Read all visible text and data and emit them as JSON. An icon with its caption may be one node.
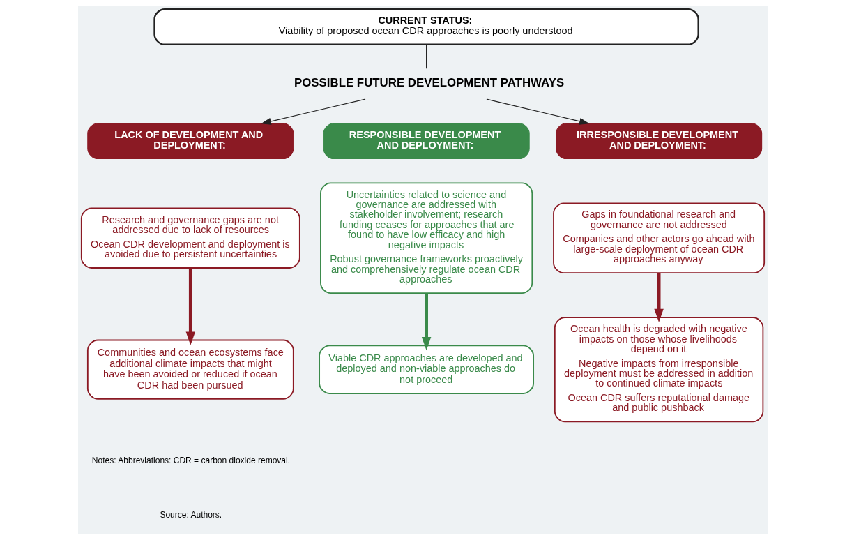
{
  "diagram": {
    "nodes": [
      {
        "text": [
          "CURRENT STATUS:",
          "Viability of proposed ocean CDR approaches is poorly understood"
        ]
      },
      {
        "text": [
          "POSSIBLE FUTURE DEVELOPMENT PATHWAYS"
        ]
      },
      {
        "text": [
          "LACK OF DEVELOPMENT AND DEPLOYMENT:"
        ]
      },
      {
        "text": [
          "Research and governance gaps are not addressed due to lack of resources",
          "Ocean CDR development and deployment is avoided due to persistent uncertainties"
        ]
      },
      {
        "text": [
          "Communities and ocean ecosystems face additional climate impacts that might have been avoided or reduced if ocean CDR had been pursued"
        ]
      },
      {
        "text": [
          "RESPONSIBLE DEVELOPMENT AND DEPLOYMENT:"
        ]
      },
      {
        "text": [
          "Uncertainties related to science and governance are addressed with stakeholder involvement; research funding ceases for approaches that are found to have low efficacy and high negative impacts",
          "Robust governance frameworks proactively and comprehensively regulate ocean CDR approaches"
        ]
      },
      {
        "text": [
          "Viable CDR approaches are developed and deployed and non-viable approaches do not proceed"
        ]
      },
      {
        "text": [
          "IRRESPONSIBLE DEVELOPMENT AND DEPLOYMENT:"
        ]
      },
      {
        "text": [
          "Gaps in foundational research and governance are not addressed",
          "Companies and other actors go ahead with large-scale deployment of ocean CDR approaches anyway"
        ]
      },
      {
        "text": [
          "Ocean health is degraded with negative impacts on those whose livelihoods depend on it",
          "Negative impacts from irresponsible deployment must be addressed in addition to continued climate impacts",
          "Ocean CDR suffers reputational damage and public pushback"
        ]
      }
    ],
    "edges": [
      {
        "from": 0,
        "to": 1,
        "arrow": "none"
      },
      {
        "from": 1,
        "to": 2,
        "arrow": "to"
      },
      {
        "from": 1,
        "to": 8,
        "arrow": "to"
      },
      {
        "from": 3,
        "to": 4,
        "arrow": "to",
        "style": "thick",
        "color": "#8b1a24"
      },
      {
        "from": 6,
        "to": 7,
        "arrow": "to",
        "style": "thick",
        "color": "#3a8a4a"
      },
      {
        "from": 9,
        "to": 10,
        "arrow": "to",
        "style": "thick",
        "color": "#8b1a24"
      }
    ],
    "labels": [
      "Notes: Abbreviations: CDR = carbon dioxide removal.",
      "Source: Authors."
    ]
  }
}
